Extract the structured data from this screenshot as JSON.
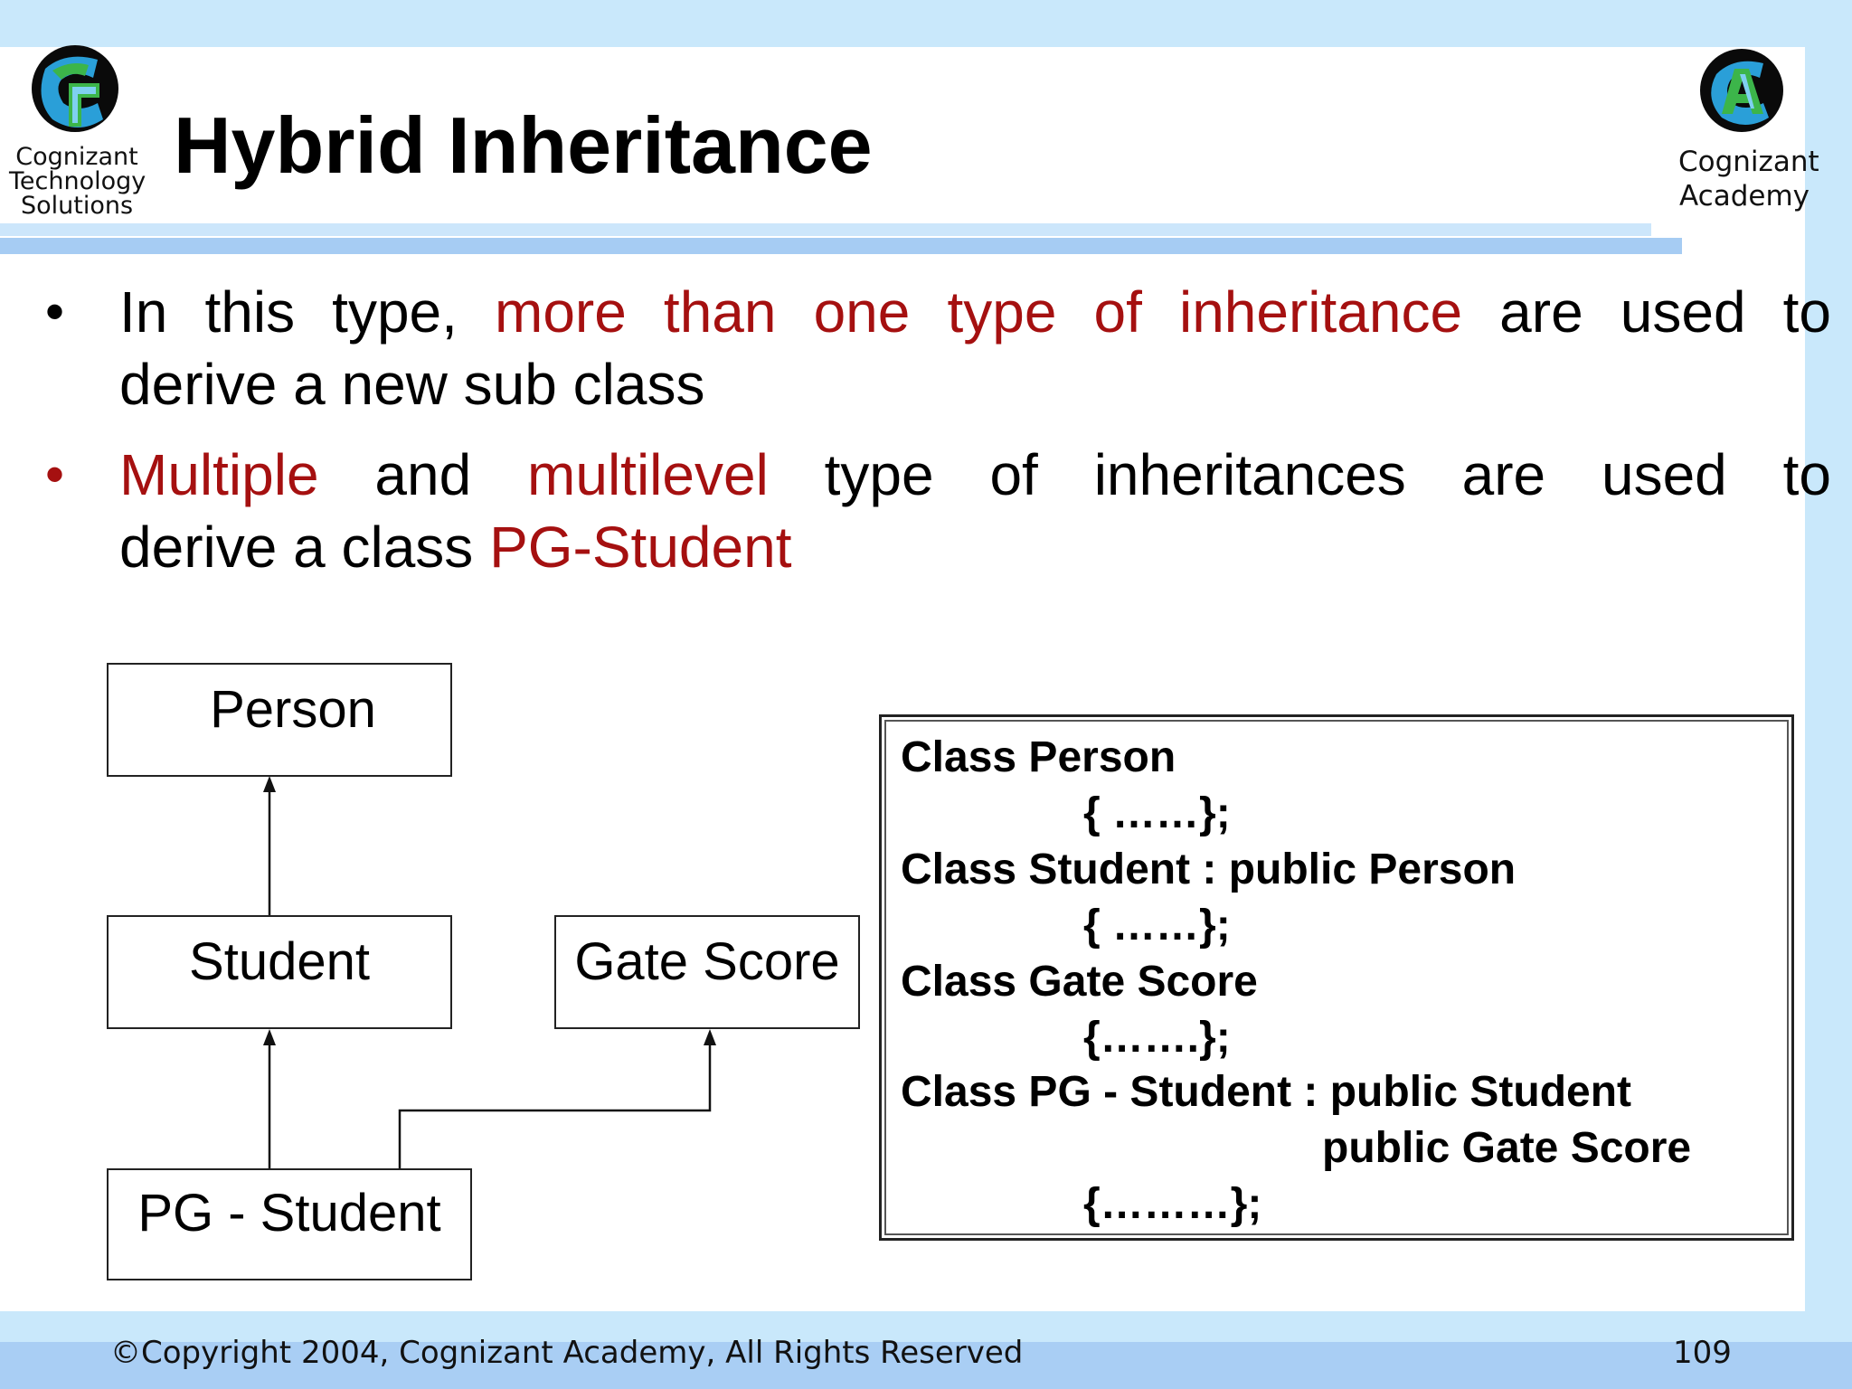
{
  "title": "Hybrid Inheritance",
  "logos": {
    "left": [
      "Cognizant",
      "Technology",
      "Solutions"
    ],
    "right": [
      "Cognizant",
      "Academy"
    ]
  },
  "bullets": [
    {
      "line1": {
        "a": "In this type, ",
        "b": "more than one type of inheritance",
        "c": " are used to"
      },
      "line2": "derive a new sub class"
    },
    {
      "line1": {
        "a": "Multiple",
        "b": " and ",
        "c": "multilevel",
        "d": " type of inheritances are used to"
      },
      "line2": {
        "a": "derive a class ",
        "b": "PG-Student"
      }
    }
  ],
  "diagram": {
    "person": "Person",
    "student": "Student",
    "gate_score": "Gate Score",
    "pg_student": "PG - Student"
  },
  "code": [
    "Class Person",
    "{ ……};",
    "Class Student : public Person",
    "{ ……};",
    "Class Gate Score",
    "{…….};",
    "Class PG - Student : public Student",
    "public Gate Score",
    "{………};"
  ],
  "footer": {
    "copyright": "©Copyright 2004, Cognizant Academy, All Rights Reserved",
    "page": "109"
  },
  "colors": {
    "accent_red": "#a51010",
    "band_blue": "#a9cef4"
  }
}
